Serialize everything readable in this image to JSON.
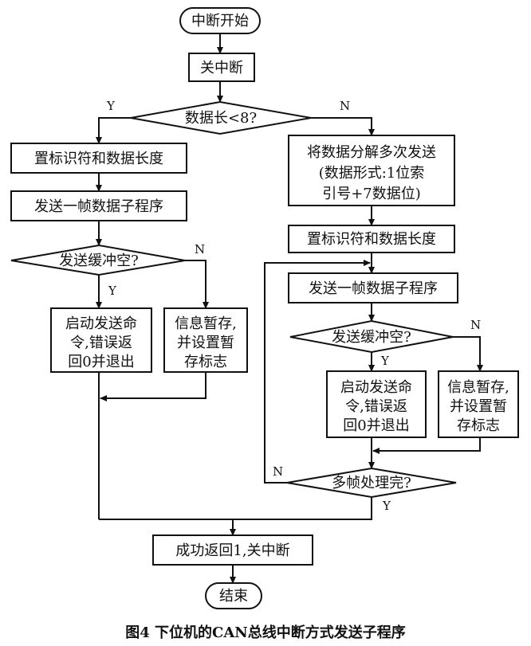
{
  "nodes": {
    "start": "中断开始",
    "disable_int": "关中断",
    "len_check": "数据长<8?",
    "left_set_id": "置标识符和数据长度",
    "left_send_frame": "发送一帧数据子程序",
    "left_buf_empty": "发送缓冲空?",
    "left_start_send": [
      "启动发送命",
      "令,错误返",
      "回0并退出"
    ],
    "left_store_msg": [
      "信息暂存,",
      "并设置暂",
      "存标志"
    ],
    "right_split": [
      "将数据分解多次发送",
      "(数据形式:1位索",
      "引号+7数据位)"
    ],
    "right_set_id": "置标识符和数据长度",
    "right_send_frame": "发送一帧数据子程序",
    "right_buf_empty": "发送缓冲空?",
    "right_start_send": [
      "启动发送命",
      "令,错误返",
      "回0并退出"
    ],
    "right_store_msg": [
      "信息暂存,",
      "并设置暂",
      "存标志"
    ],
    "multi_done": "多帧处理完?",
    "success": "成功返回1,关中断",
    "end": "结束"
  },
  "branch_labels": {
    "yes": "Y",
    "no": "N"
  },
  "caption": "图4  下位机的CAN总线中断方式发送子程序"
}
